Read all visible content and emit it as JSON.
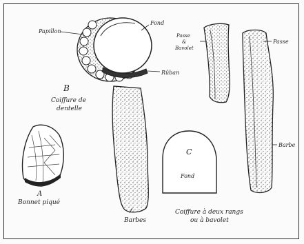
{
  "labels": {
    "papillon": "Papillon",
    "fond_top": "Fond",
    "ruban": "Rûban",
    "b_letter": "B",
    "b_caption_line1": "Coiffure de",
    "b_caption_line2": "dentelle",
    "barbes_b": "Barbes",
    "passe_bavolet_line1": "Passe",
    "passe_bavolet_line2": "&",
    "passe_bavolet_line3": "Bavolet",
    "passe_right": "Passe",
    "barbe_right": "Barbe",
    "a_letter": "A",
    "a_caption": "Bonnet piqué",
    "c_letter": "C",
    "fond_c": "Fond",
    "caption_line1": "Coiffure à deux rangs",
    "caption_line2": "ou à bavolet"
  },
  "colors": {
    "ink": "#1f1f1f",
    "paper": "#fbfbfb",
    "border": "#2b2b2b"
  }
}
